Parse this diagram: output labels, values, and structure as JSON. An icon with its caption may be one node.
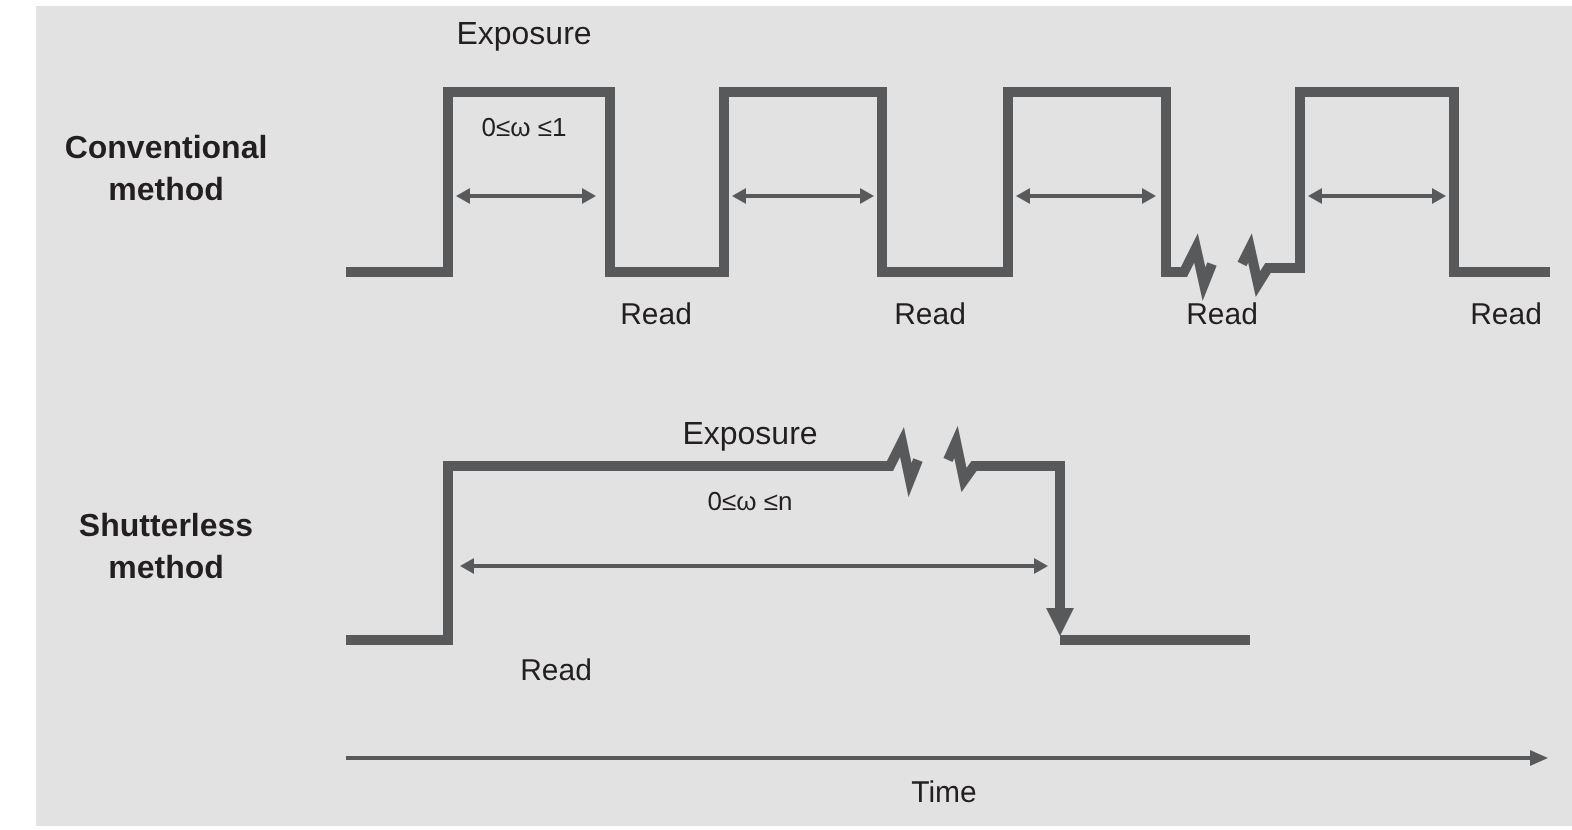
{
  "diagram": {
    "labels": [
      "Exposure",
      "0≤ω ≤1",
      "Conventional method",
      "Read",
      "Read",
      "Read",
      "Read",
      "Exposure",
      "0≤ω ≤n",
      "Shutterless method",
      "Read",
      "Time"
    ]
  }
}
